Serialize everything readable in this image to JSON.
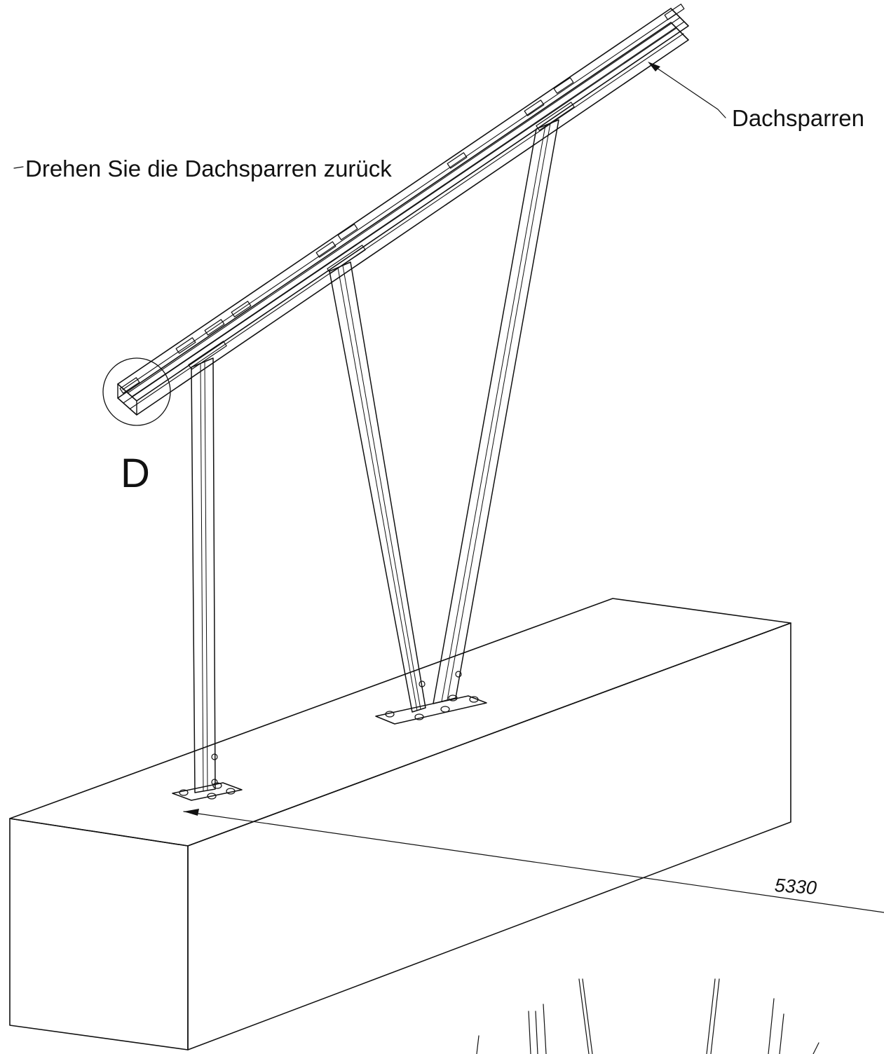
{
  "drawing": {
    "labels": {
      "rafter": "Dachsparren",
      "turn_instruction": "Drehen Sie die Dachsparren zurück",
      "detail_marker": "D",
      "dimension": "5330"
    },
    "colors": {
      "line": "#111111",
      "background": "#ffffff"
    }
  }
}
